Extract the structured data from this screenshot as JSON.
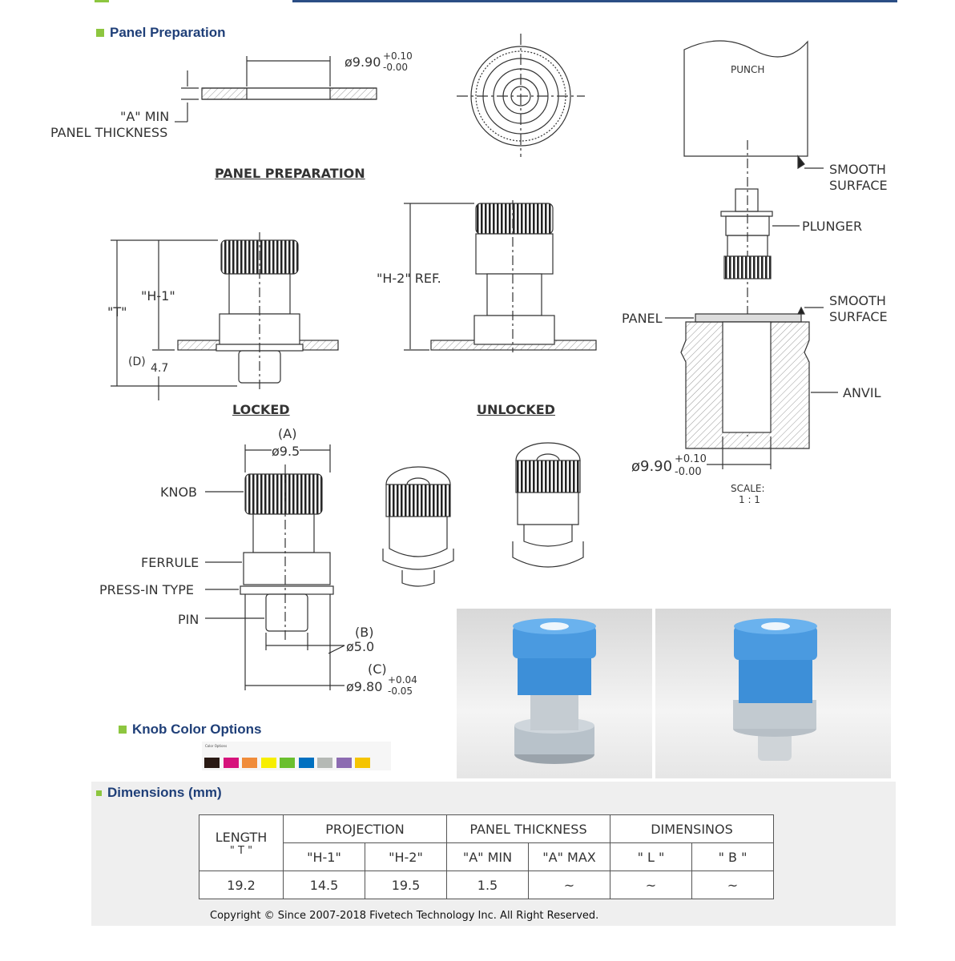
{
  "sections": {
    "panel_prep": "Panel Preparation",
    "knob_colors": "Knob Color Options",
    "dimensions": "Dimensions (mm)"
  },
  "drawing": {
    "dia_top": "ø9.90",
    "tol_top_plus": "+0.10",
    "tol_top_minus": "-0.00",
    "a_min": "\"A\" MIN",
    "panel_thickness": "PANEL THICKNESS",
    "panel_prep_title": "PANEL PREPARATION",
    "punch": "PUNCH",
    "smooth": "SMOOTH",
    "surface": "SURFACE",
    "plunger": "PLUNGER",
    "panel": "PANEL",
    "anvil": "ANVIL",
    "dia_anvil": "ø9.90",
    "tol_anvil_plus": "+0.10",
    "tol_anvil_minus": "-0.00",
    "scale": "SCALE:",
    "scale_val": "1 : 1",
    "h1": "\"H-1\"",
    "t": "\"T\"",
    "d_label": "(D)",
    "d_val": "4.7",
    "h2": "\"H-2\" REF.",
    "locked": "LOCKED",
    "unlocked": "UNLOCKED",
    "a_label": "(A)",
    "a_val": "ø9.5",
    "knob": "KNOB",
    "ferrule": "FERRULE",
    "press_in": "PRESS-IN TYPE",
    "pin": "PIN",
    "b_label": "(B)",
    "b_val": "ø5.0",
    "c_label": "(C)",
    "c_val": "ø9.80",
    "c_plus": "+0.04",
    "c_minus": "-0.05"
  },
  "swatch_title": "Color Options",
  "swatch_colors": [
    "#2a1a14",
    "#d6127b",
    "#f08c3a",
    "#f7ee00",
    "#6abf2e",
    "#0070c0",
    "#b5b9b5",
    "#8c6bb1",
    "#f5c400"
  ],
  "table": {
    "length_h": "LENGTH",
    "length_sub": "\" T \"",
    "projection": "PROJECTION",
    "panel_thickness": "PANEL THICKNESS",
    "dimensinos": "DIMENSINOS",
    "h1": "\"H-1\"",
    "h2": "\"H-2\"",
    "a_min": "\"A\" MIN",
    "a_max": "\"A\" MAX",
    "l": "\" L \"",
    "b": "\" B \"",
    "row": [
      "19.2",
      "14.5",
      "19.5",
      "1.5",
      "~",
      "~",
      "~"
    ]
  },
  "copyright": "Copyright © Since 2007-2018 Fivetech Technology Inc. All Right Reserved."
}
